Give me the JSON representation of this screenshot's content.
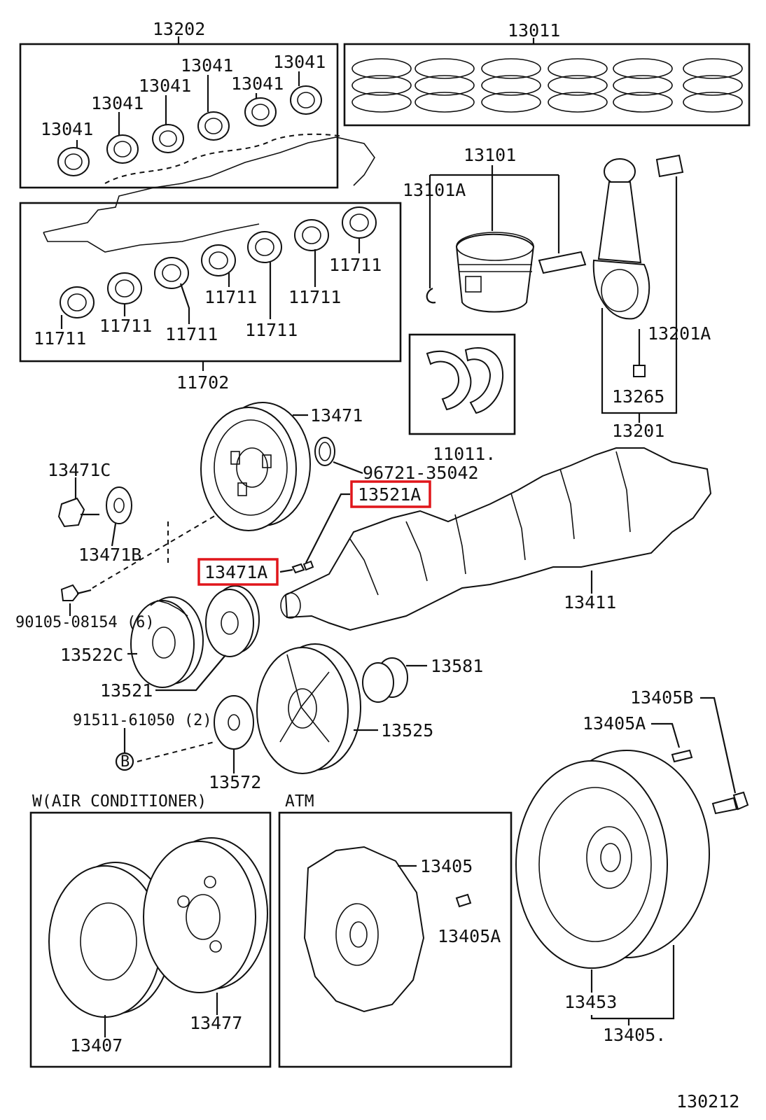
{
  "diagram": {
    "figure_number": "130212",
    "sections": {
      "air_conditioner": "W(AIR CONDITIONER)",
      "atm": "ATM"
    },
    "callouts": {
      "13202": "13202",
      "13011": "13011",
      "13041_a": "13041",
      "13041_b": "13041",
      "13041_c": "13041",
      "13041_d": "13041",
      "13041_e": "13041",
      "13041_f": "13041",
      "13101": "13101",
      "13101A": "13101A",
      "11711_a": "11711",
      "11711_b": "11711",
      "11711_c": "11711",
      "11711_d": "11711",
      "11711_e": "11711",
      "11711_f": "11711",
      "11711_g": "11711",
      "11702": "11702",
      "13201A": "13201A",
      "13265": "13265",
      "13201": "13201",
      "11011": "11011.",
      "13471": "13471",
      "96721": "96721-35042",
      "13521A": "13521A",
      "13471C": "13471C",
      "13471B": "13471B",
      "13471A": "13471A",
      "90105": "90105-08154 (6)",
      "13411": "13411",
      "13522C": "13522C",
      "13521": "13521",
      "13581": "13581",
      "91511": "91511-61050 (2)",
      "B": "B",
      "13572": "13572",
      "13525": "13525",
      "13405B": "13405B",
      "13405A_a": "13405A",
      "13405": "13405",
      "13405A_b": "13405A",
      "13453": "13453",
      "13405_b": "13405.",
      "13407": "13407",
      "13477": "13477"
    },
    "highlighted": [
      "13521A",
      "13471A"
    ],
    "highlight_color": "#e0161b"
  }
}
